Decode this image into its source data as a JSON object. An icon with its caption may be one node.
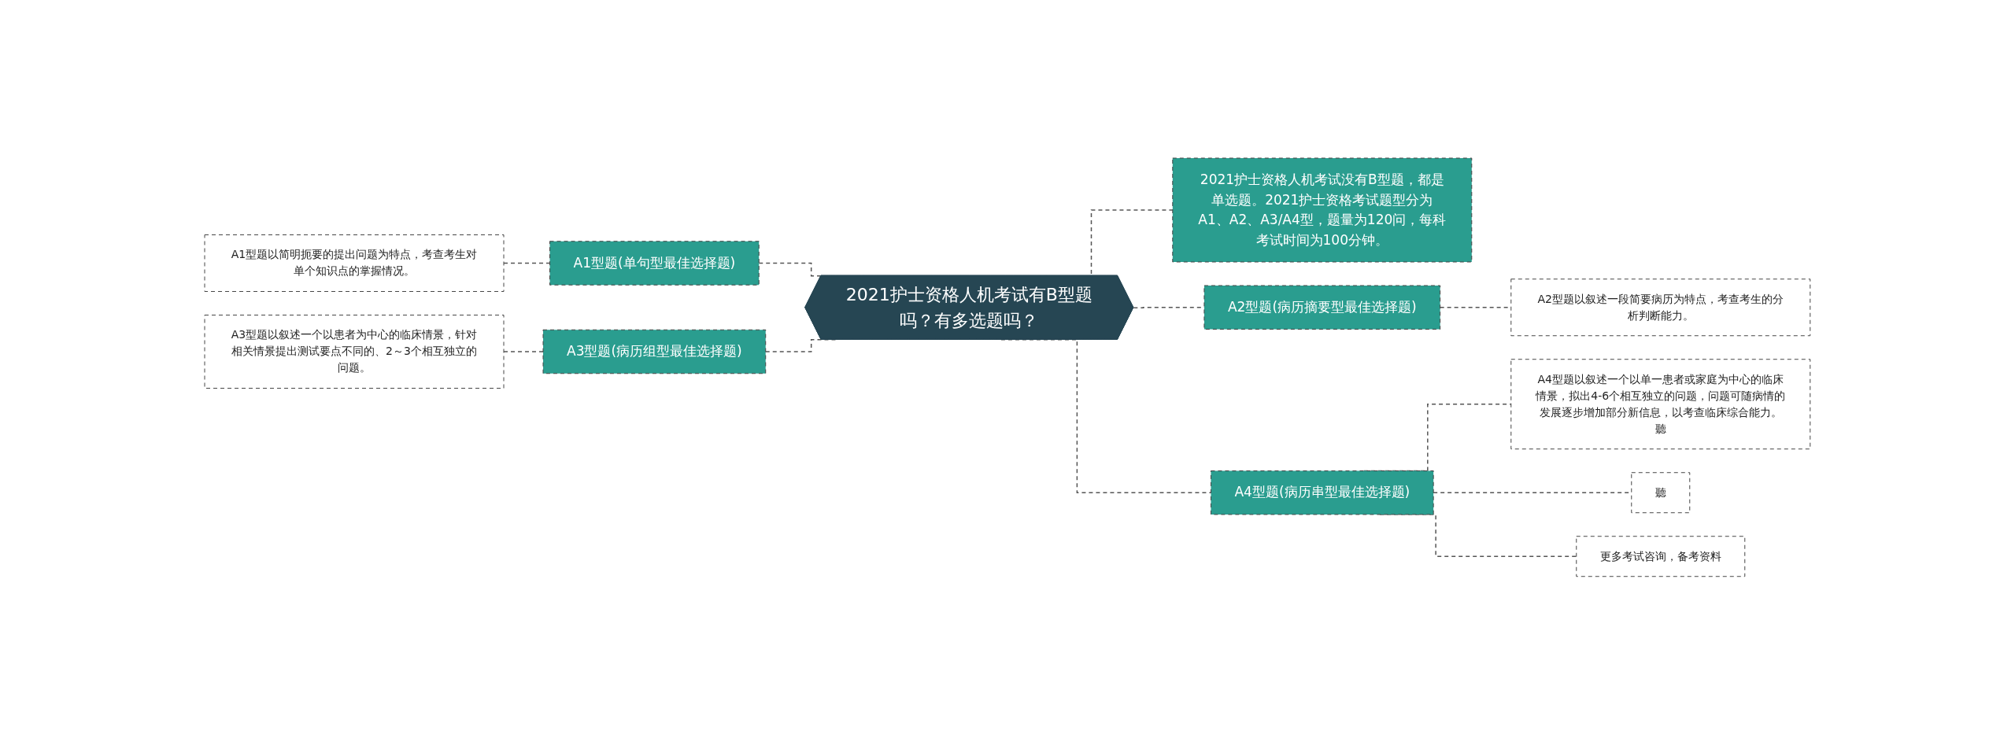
{
  "diagram": {
    "nodes": [
      {
        "text": [
          "2021护士资格人机考试有B型题吗？有多选题吗？"
        ]
      },
      {
        "text": [
          "A1型题(单句型最佳选择题)"
        ]
      },
      {
        "text": [
          "A1型题以简明扼要的提出问题为特点，考查考生对单个知识点的掌握情况。"
        ]
      },
      {
        "text": [
          "A3型题(病历组型最佳选择题)"
        ]
      },
      {
        "text": [
          "A3型题以叙述一个以患者为中心的临床情景，针对相关情景提出测试要点不同的、2～3个相互独立的问题。"
        ]
      },
      {
        "text": [
          "2021护士资格人机考试没有B型题，都是单选题。2021护士资格考试题型分为A1、A2、A3/A4型，题量为120问，每科考试时间为100分钟。"
        ]
      },
      {
        "text": [
          "A2型题(病历摘要型最佳选择题)"
        ]
      },
      {
        "text": [
          "A2型题以叙述一段简要病历为特点，考查考生的分析判断能力。"
        ]
      },
      {
        "text": [
          "A4型题(病历串型最佳选择题)"
        ]
      },
      {
        "text": [
          "A4型题以叙述一个以单一患者或家庭为中心的临床情景，拟出4-6个相互独立的问题，问题可随病情的发展逐步增加部分新信息，以考查临床综合能力。聽"
        ]
      },
      {
        "text": [
          "聽"
        ]
      },
      {
        "text": [
          "更多考试咨询，备考资料"
        ]
      }
    ],
    "edges": [
      {
        "from": 2,
        "to": 1,
        "arrow": "none",
        "style": "dashed"
      },
      {
        "from": 1,
        "to": 0,
        "arrow": "none",
        "style": "dashed"
      },
      {
        "from": 4,
        "to": 3,
        "arrow": "none",
        "style": "dashed"
      },
      {
        "from": 3,
        "to": 0,
        "arrow": "none",
        "style": "dashed"
      },
      {
        "from": 0,
        "to": 5,
        "arrow": "none",
        "style": "dashed"
      },
      {
        "from": 0,
        "to": 6,
        "arrow": "none",
        "style": "dashed"
      },
      {
        "from": 6,
        "to": 7,
        "arrow": "none",
        "style": "dashed"
      },
      {
        "from": 0,
        "to": 8,
        "arrow": "none",
        "style": "dashed"
      },
      {
        "from": 8,
        "to": 9,
        "arrow": "none",
        "style": "dashed"
      },
      {
        "from": 8,
        "to": 10,
        "arrow": "none",
        "style": "dashed"
      },
      {
        "from": 8,
        "to": 11,
        "arrow": "none",
        "style": "dashed"
      }
    ]
  }
}
